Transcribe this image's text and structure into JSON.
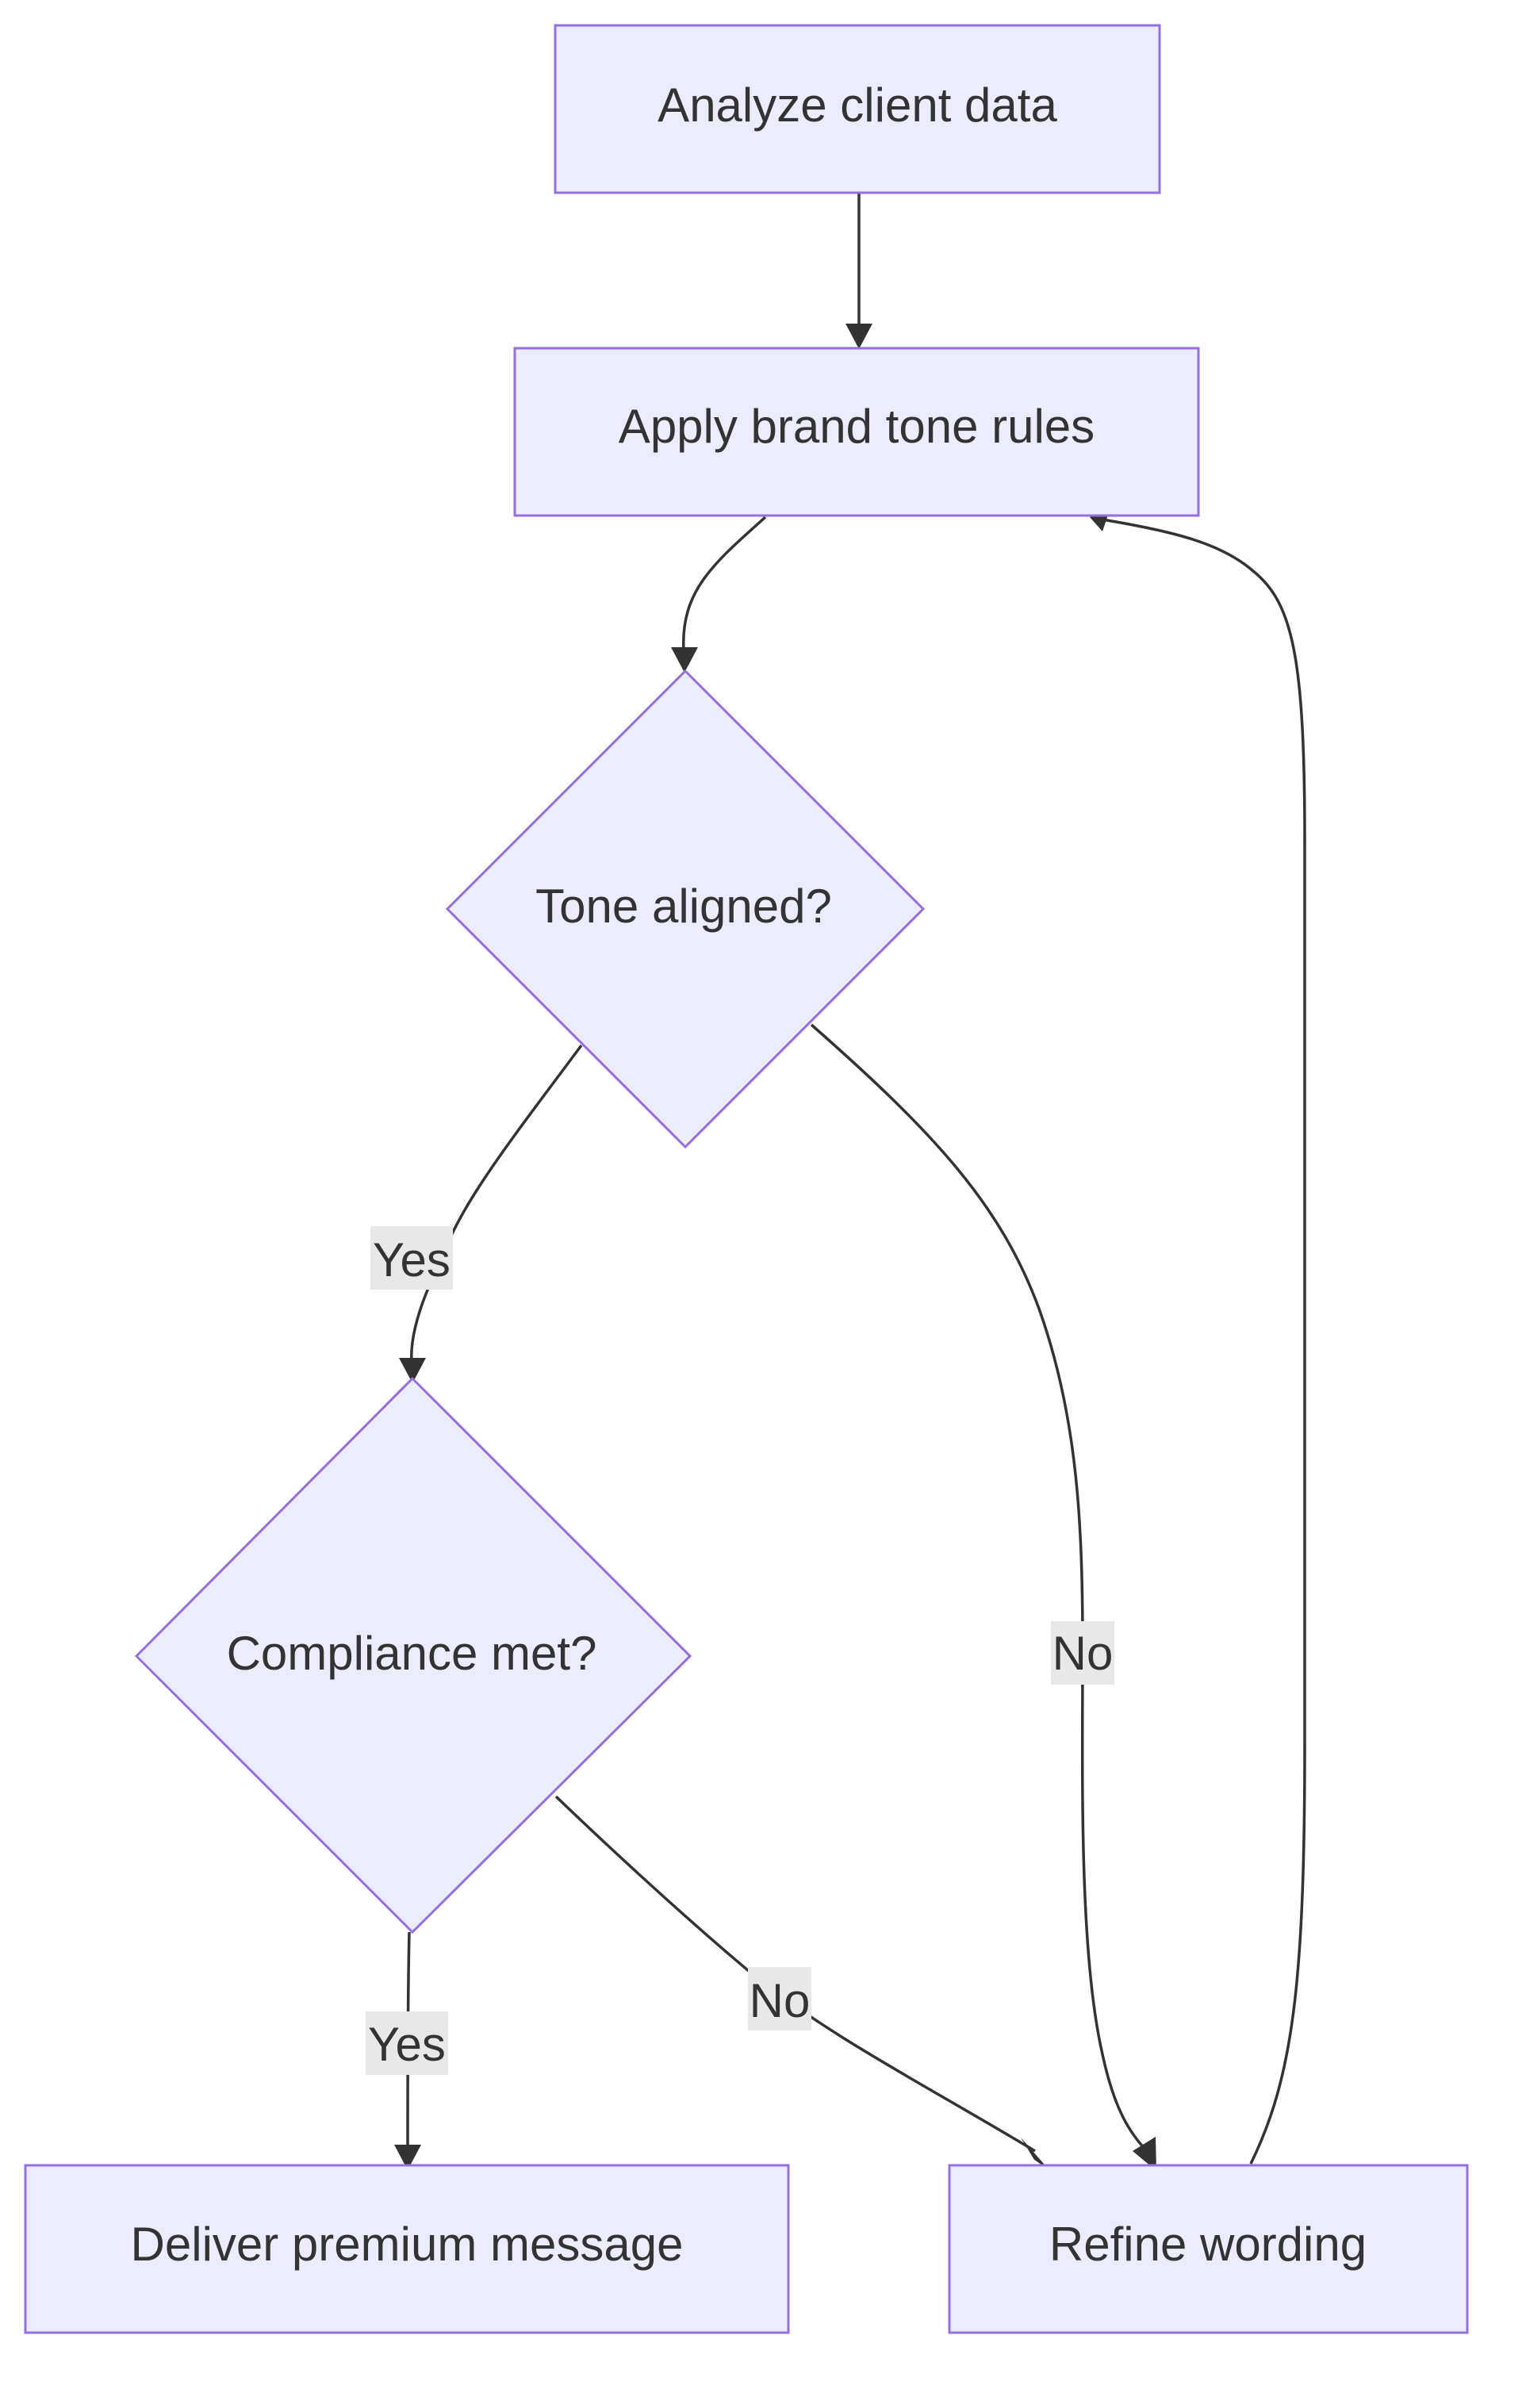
{
  "diagram": {
    "nodes": {
      "analyze": {
        "label": "Analyze client data",
        "shape": "rect"
      },
      "apply": {
        "label": "Apply brand tone rules",
        "shape": "rect"
      },
      "tone": {
        "label": "Tone aligned?",
        "shape": "diamond"
      },
      "compliance": {
        "label": "Compliance met?",
        "shape": "diamond"
      },
      "deliver": {
        "label": "Deliver premium message",
        "shape": "rect"
      },
      "refine": {
        "label": "Refine wording",
        "shape": "rect"
      }
    },
    "edges": [
      {
        "from": "analyze",
        "to": "apply",
        "label": ""
      },
      {
        "from": "apply",
        "to": "tone",
        "label": ""
      },
      {
        "from": "tone",
        "to": "compliance",
        "label": "Yes"
      },
      {
        "from": "tone",
        "to": "refine",
        "label": "No"
      },
      {
        "from": "compliance",
        "to": "deliver",
        "label": "Yes"
      },
      {
        "from": "compliance",
        "to": "refine",
        "label": "No"
      },
      {
        "from": "refine",
        "to": "apply",
        "label": ""
      }
    ]
  },
  "colors": {
    "node_fill": "#ECECFF",
    "node_stroke": "#9370DB",
    "edge": "#333333",
    "label_bg": "#e8e8e8",
    "text": "#333333"
  }
}
